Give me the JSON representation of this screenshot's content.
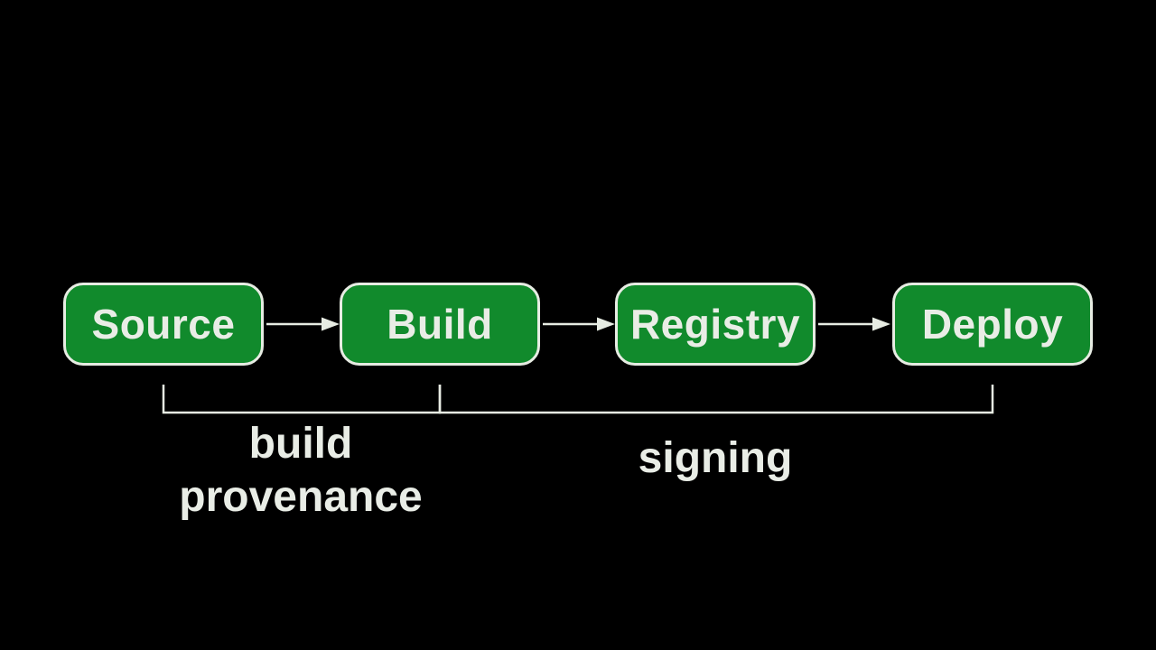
{
  "diagram": {
    "nodes": [
      {
        "id": "source",
        "label": "Source"
      },
      {
        "id": "build",
        "label": "Build"
      },
      {
        "id": "registry",
        "label": "Registry"
      },
      {
        "id": "deploy",
        "label": "Deploy"
      }
    ],
    "connections": [
      {
        "from": "Source",
        "to": "Build"
      },
      {
        "from": "Build",
        "to": "Registry"
      },
      {
        "from": "Registry",
        "to": "Deploy"
      }
    ],
    "brackets": [
      {
        "label": "build provenance",
        "label_lines": {
          "line1": "build",
          "line2": "provenance"
        },
        "spans_from": "Source",
        "spans_to": "Build"
      },
      {
        "label": "signing",
        "spans_from": "Build",
        "spans_to": "Deploy"
      }
    ]
  },
  "colors": {
    "background": "#000000",
    "node_fill": "#118a2c",
    "line": "#e7ece3",
    "text": "#e9ede6"
  }
}
